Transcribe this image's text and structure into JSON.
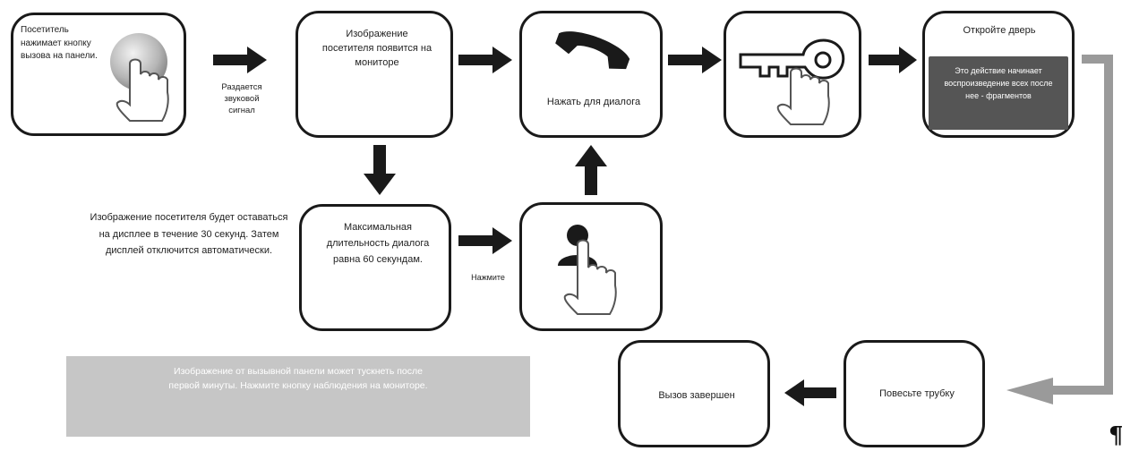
{
  "steps": {
    "visitor_press": "Посетитель нажимает кнопку вызова на панели.",
    "image_on_monitor": "Изображение посетителя появится на мониторе",
    "press_talk": "Нажать для диалога",
    "open_door": "Откройте дверь",
    "door_note": "Это действие начинает воспроизведение всех после нее - фрагментов",
    "max_duration": "Максимальная длительность диалога равна 60 секундам.",
    "hang_up": "Повесьте трубку",
    "call_ended": "Вызов завершен"
  },
  "labels": {
    "sound_signal": "Раздается звуковой сигнал",
    "press": "Нажмите",
    "display_timeout": "Изображение посетителя будет оставаться на дисплее в течение 30 секунд. Затем дисплей отключится автоматически."
  },
  "banner": {
    "text": "Изображение от вызывной панели может тускнеть после первой минуты. Нажмите кнопку наблюдения на мониторе."
  },
  "pilcrow": "¶",
  "colors": {
    "border": "#1a1a1a",
    "banner": "#c6c6c6",
    "panel": "#555555",
    "flow_gray": "#9a9a9a"
  }
}
